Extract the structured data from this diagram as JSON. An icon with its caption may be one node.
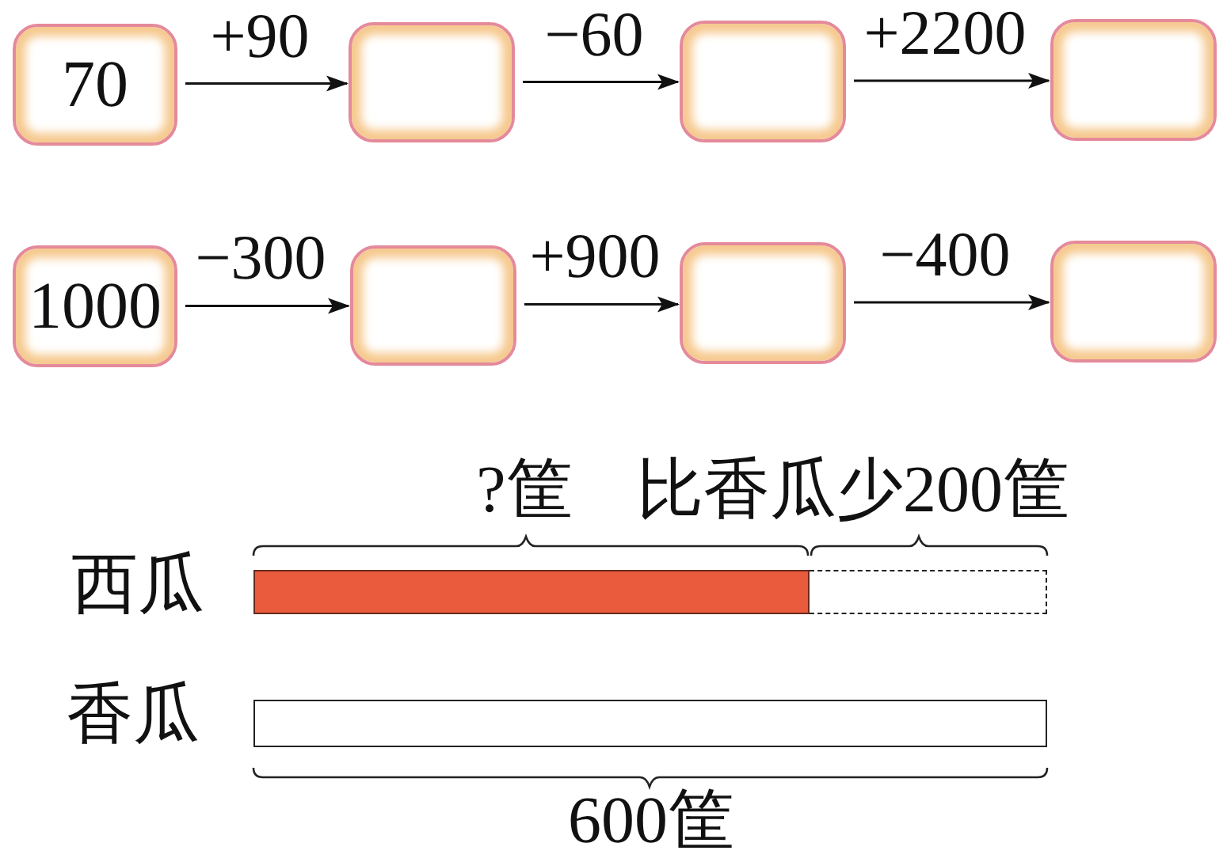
{
  "diagram": {
    "nodes": [
      {
        "text": [
          "70"
        ]
      },
      {
        "text": [],
        "shape": "box"
      },
      {
        "text": [],
        "shape": "box"
      },
      {
        "text": [],
        "shape": "box"
      },
      {
        "text": [
          "1000"
        ]
      },
      {
        "text": [],
        "shape": "box"
      },
      {
        "text": [],
        "shape": "box"
      },
      {
        "text": [],
        "shape": "box"
      },
      {
        "text": [],
        "shape": "bar"
      },
      {
        "text": [],
        "shape": "bar"
      },
      {
        "text": [],
        "shape": "bar"
      }
    ],
    "edges": [
      {
        "from": 0,
        "to": 1,
        "arrow": "to",
        "label": "+90"
      },
      {
        "from": 1,
        "to": 2,
        "arrow": "to",
        "label": "−60"
      },
      {
        "from": 2,
        "to": 3,
        "arrow": "to",
        "label": "+2200"
      },
      {
        "from": 4,
        "to": 5,
        "arrow": "to",
        "label": "−300"
      },
      {
        "from": 5,
        "to": 6,
        "arrow": "to",
        "label": "+900"
      },
      {
        "from": 6,
        "to": 7,
        "arrow": "to",
        "label": "−400"
      }
    ],
    "labels": [
      "?筐",
      "比香瓜少200筐",
      "西瓜",
      "香瓜",
      "600筐"
    ]
  }
}
